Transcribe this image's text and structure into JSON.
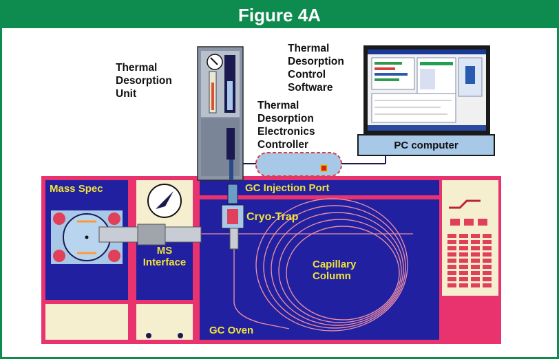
{
  "figure_title": "Figure 4A",
  "labels": {
    "tdu_line1": "Thermal",
    "tdu_line2": "Desorption",
    "tdu_line3": "Unit",
    "software_line1": "Thermal",
    "software_line2": "Desorption",
    "software_line3": "Control",
    "software_line4": "Software",
    "controller_line1": "Thermal",
    "controller_line2": "Desorption",
    "controller_line3": "Electronics",
    "controller_line4": "Controller",
    "pc": "PC computer",
    "gc_injection_port": "GC Injection Port",
    "mass_spec": "Mass Spec",
    "cryo_trap": "Cryo-Trap",
    "ms_line1": "MS",
    "ms_line2": "Interface",
    "capillary_line1": "Capillary",
    "capillary_line2": "Column",
    "gc_oven": "GC Oven"
  },
  "colors": {
    "header": "#0e8b4e",
    "oven_blue": "#2020a0",
    "panel_pink": "#e8336e",
    "label_yellow": "#f2e23a",
    "cream": "#f6efcf",
    "light_blue": "#a8c8e8"
  },
  "icons": [
    "pressure-gauge-icon",
    "clock-gauge-icon",
    "led-indicator-icon"
  ]
}
